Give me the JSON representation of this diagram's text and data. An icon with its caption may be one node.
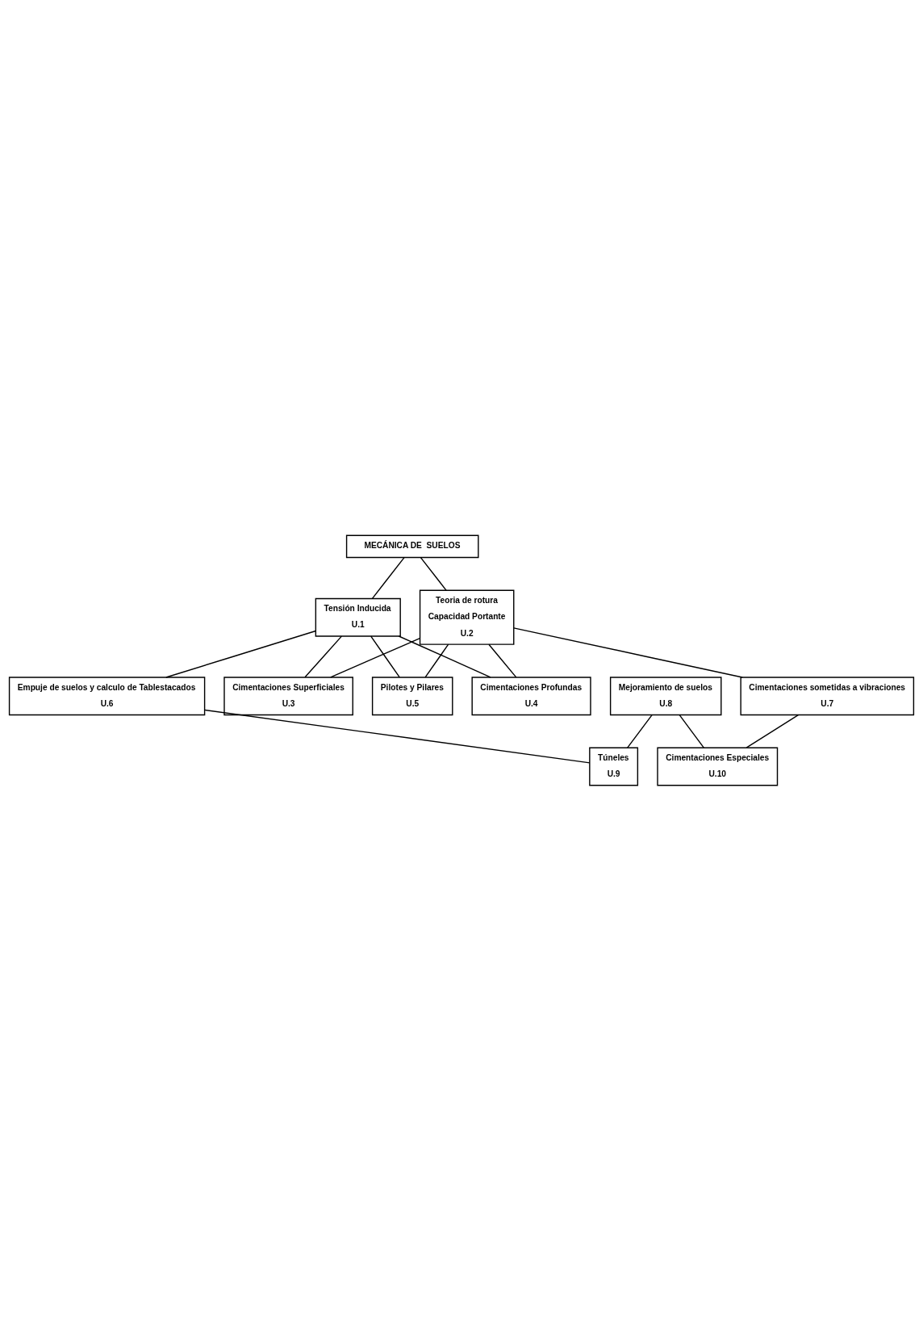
{
  "diagram": {
    "nodes": [
      {
        "text": [
          "MECÁNICA DE  SUELOS"
        ]
      },
      {
        "text": [
          "Tensión Inducida",
          "U.1"
        ]
      },
      {
        "text": [
          "Teoria de rotura",
          "Capacidad Portante",
          "U.2"
        ]
      },
      {
        "text": [
          "Cimentaciones Superficiales",
          "U.3"
        ]
      },
      {
        "text": [
          "Pilotes y Pilares",
          "U.5"
        ]
      },
      {
        "text": [
          "Cimentaciones Profundas",
          "U.4"
        ]
      },
      {
        "text": [
          "Empuje de suelos y calculo de Tablestacados",
          "U.6"
        ]
      },
      {
        "text": [
          "Mejoramiento de suelos",
          "U.8"
        ]
      },
      {
        "text": [
          "Cimentaciones sometidas a vibraciones",
          "U.7"
        ]
      },
      {
        "text": [
          "Túneles",
          "U.9"
        ]
      },
      {
        "text": [
          "Cimentaciones Especiales",
          "U.10"
        ]
      }
    ],
    "edges": [
      {
        "from": 0,
        "to": 1,
        "arrow": "none"
      },
      {
        "from": 0,
        "to": 2,
        "arrow": "none"
      },
      {
        "from": 1,
        "to": 3,
        "arrow": "none"
      },
      {
        "from": 1,
        "to": 4,
        "arrow": "none"
      },
      {
        "from": 1,
        "to": 5,
        "arrow": "none"
      },
      {
        "from": 2,
        "to": 3,
        "arrow": "none"
      },
      {
        "from": 2,
        "to": 4,
        "arrow": "none"
      },
      {
        "from": 2,
        "to": 5,
        "arrow": "none"
      },
      {
        "from": 1,
        "to": 6,
        "arrow": "none"
      },
      {
        "from": 2,
        "to": 8,
        "arrow": "none"
      },
      {
        "from": 6,
        "to": 9,
        "arrow": "none"
      },
      {
        "from": 7,
        "to": 9,
        "arrow": "none"
      },
      {
        "from": 7,
        "to": 10,
        "arrow": "none"
      },
      {
        "from": 8,
        "to": 10,
        "arrow": "none"
      }
    ]
  }
}
